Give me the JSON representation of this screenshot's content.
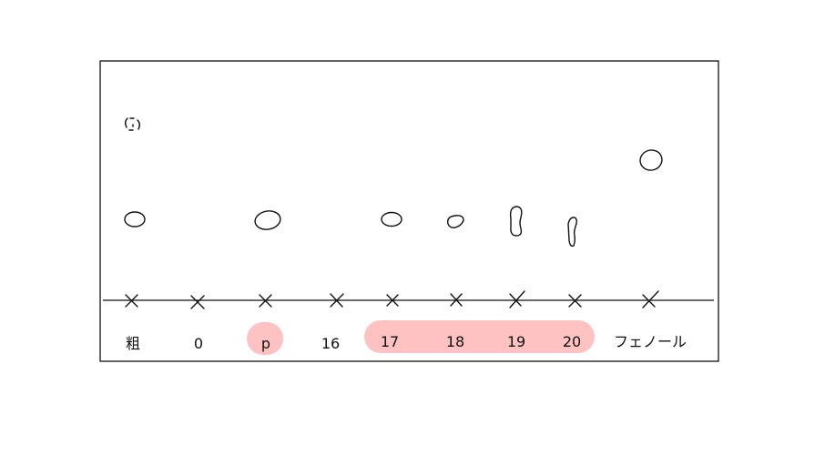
{
  "lanes": [
    {
      "id": "crude",
      "label": "粗",
      "highlighted": false,
      "spots": [
        {
          "shape": "dashed-small"
        },
        {
          "shape": "oval"
        }
      ]
    },
    {
      "id": "fr0",
      "label": "0",
      "highlighted": false,
      "spots": []
    },
    {
      "id": "frp",
      "label": "p",
      "highlighted": true,
      "spots": [
        {
          "shape": "oval-large"
        }
      ]
    },
    {
      "id": "fr16",
      "label": "16",
      "highlighted": false,
      "spots": []
    },
    {
      "id": "fr17",
      "label": "17",
      "highlighted": true,
      "spots": [
        {
          "shape": "oval"
        }
      ]
    },
    {
      "id": "fr18",
      "label": "18",
      "highlighted": true,
      "spots": [
        {
          "shape": "oval-small"
        }
      ]
    },
    {
      "id": "fr19",
      "label": "19",
      "highlighted": true,
      "spots": [
        {
          "shape": "tall-blob"
        }
      ]
    },
    {
      "id": "fr20",
      "label": "20",
      "highlighted": true,
      "spots": [
        {
          "shape": "streak"
        }
      ]
    },
    {
      "id": "phenol",
      "label": "フェノール",
      "highlighted": false,
      "spots": [
        {
          "shape": "oval-high"
        }
      ]
    }
  ],
  "colors": {
    "highlight": "#ffc2c2",
    "ink": "#111111",
    "background": "#ffffff"
  }
}
